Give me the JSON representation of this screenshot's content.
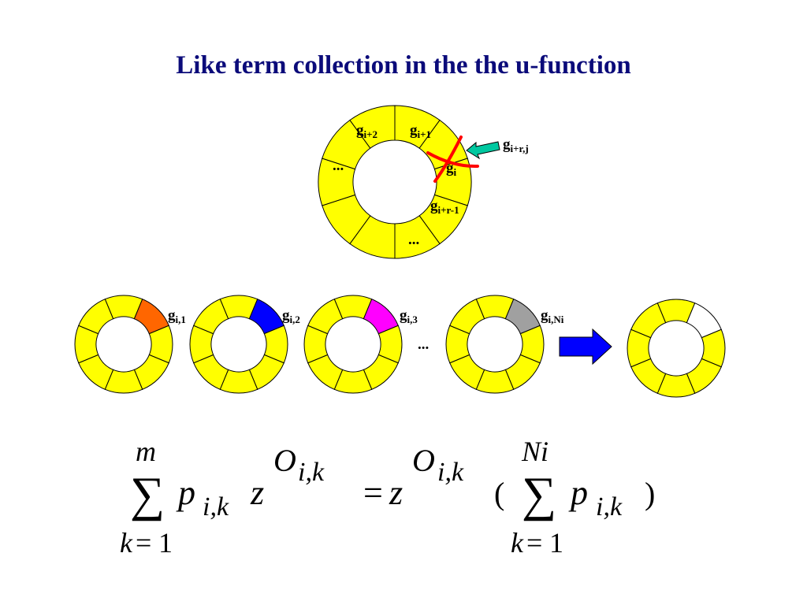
{
  "title": "Like term collection in the the u-function",
  "colors": {
    "ring_fill": "#ffff00",
    "title": "#0b0b7a",
    "cross": "#ff0000",
    "arrow_small": "#00c8a0",
    "arrow_big": "#0000ff",
    "ring1_highlight": "#ff6600",
    "ring2_highlight": "#0000ff",
    "ring3_highlight": "#ff00ff",
    "ring4_highlight": "#a0a0a0",
    "result_highlight": "#ffffff"
  },
  "big_ring": {
    "labels": {
      "g_i_plus_2": {
        "main": "g",
        "sub": "i+2"
      },
      "g_i_plus_1": {
        "main": "g",
        "sub": "i+1"
      },
      "g_i": {
        "main": "g",
        "sub": "i"
      },
      "g_i_plus_r_minus_1": {
        "main": "g",
        "sub": "i+r-1"
      },
      "g_i_plus_r_j": {
        "main": "g",
        "sub": "i+r,j"
      }
    },
    "dots_left": "...",
    "dots_bottom": "..."
  },
  "small_rings": {
    "labels": [
      {
        "main": "g",
        "sub": "i,1"
      },
      {
        "main": "g",
        "sub": "i,2"
      },
      {
        "main": "g",
        "sub": "i,3"
      },
      {
        "main": "g",
        "sub": "i,Ni"
      }
    ],
    "dots": "..."
  },
  "formula": {
    "sum_symbol": "∑",
    "left_upper": "m",
    "left_lower_var": "k",
    "lower_eq": "=",
    "lower_one": "1",
    "p": "p",
    "sub_ik": "i,k",
    "z": "z",
    "O": "O",
    "equals": "=",
    "open_paren": "(",
    "close_paren": ")",
    "right_upper": "Ni"
  }
}
